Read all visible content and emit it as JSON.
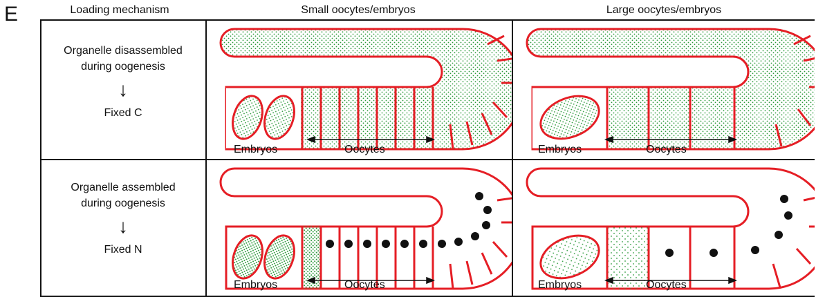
{
  "panel_letter": "E",
  "headers": {
    "col1": "Loading mechanism",
    "col2": "Small oocytes/embryos",
    "col3": "Large oocytes/embryos"
  },
  "rows": [
    {
      "label_line1": "Organelle disassembled",
      "label_line2": "during oogenesis",
      "arrow": "↓",
      "outcome": "Fixed C"
    },
    {
      "label_line1": "Organelle assembled",
      "label_line2": "during oogenesis",
      "arrow": "↓",
      "outcome": "Fixed N"
    }
  ],
  "captions": {
    "embryos": "Embryos",
    "oocytes": "Oocytes"
  },
  "colors": {
    "gonad_outline": "#e51e25",
    "organelle_dots": "#2e9a3c",
    "organelle_puncta": "#111111",
    "grid": "#111111"
  }
}
